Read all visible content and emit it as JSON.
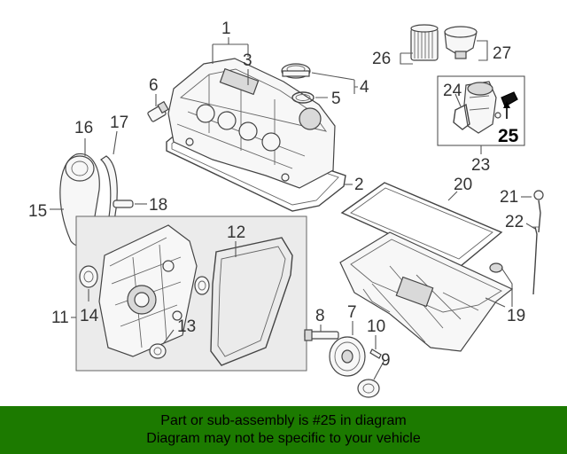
{
  "callouts": {
    "c1": "1",
    "c2": "2",
    "c3": "3",
    "c4": "4",
    "c5": "5",
    "c6": "6",
    "c7": "7",
    "c8": "8",
    "c9": "9",
    "c10": "10",
    "c11": "11",
    "c12": "12",
    "c13": "13",
    "c14": "14",
    "c15": "15",
    "c16": "16",
    "c17": "17",
    "c18": "18",
    "c19": "19",
    "c20": "20",
    "c21": "21",
    "c22": "22",
    "c23": "23",
    "c24": "24",
    "c25": "25",
    "c26": "26",
    "c27": "27"
  },
  "highlighted_part": "25",
  "banner": {
    "line1": "Part or sub-assembly is #25 in diagram",
    "line2": "Diagram may not be specific to your vehicle",
    "color": "#1c7a00"
  },
  "colors": {
    "panel": "#ebebeb",
    "line": "#444444",
    "highlight": "#000000"
  }
}
